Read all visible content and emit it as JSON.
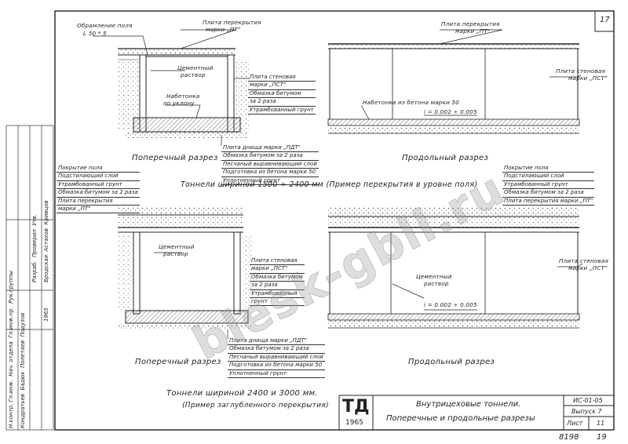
{
  "page_number": "17",
  "top": {
    "obramlenie": "Обрамление поля",
    "obramlenie_size": "L 50 * 5",
    "plita_perekr_left": "Плита перекрытия",
    "plita_perekr_left_mark": "марки „ПТ\"",
    "cement_left": "Цементный",
    "cement_left2": "раствор",
    "nabetonka_left": "Набетонка",
    "nabetonka_left2": "по уклону",
    "plita_perekr_right": "Плита перекрытия",
    "plita_perekr_right_mark": "марки „ПТ\"",
    "plita_sten_right": "Плита стеновая",
    "plita_sten_right_mark": "марки „ПСТ\"",
    "nabetonka_right": "Набетонка из бетона марки 50",
    "slope_right": "i = 0.002 ÷ 0.005",
    "wall_stack": [
      "Плита стеновая",
      "марки „ПСТ\"",
      "Обмазка битумом",
      "за 2 раза",
      "Утрамбованный грунт"
    ],
    "floor_stack": [
      "Плита днища марки „ПДТ\"",
      "Обмазка битумом за 2 раза",
      "Песчаный выравнивающий слой",
      "Подготовка из бетона марки 50",
      "Уплотненный грунт"
    ],
    "caption_left": "Поперечный разрез",
    "caption_right": "Продольный разрез",
    "title": "Тоннели шириной 1500 ÷ 2400 мм (Пример перекрытия в уровне поля)"
  },
  "bottom": {
    "left_stack": [
      "Покрытие поля",
      "Подстилающий слой",
      "Утрамбованный грунт",
      "Обмазка битумом за 2 раза",
      "Плита перекрытия",
      "марки „ПТ\""
    ],
    "right_stack": [
      "Покрытие поля",
      "Подстилающий слой",
      "Утрамбованный грунт",
      "Обмазка битумом за 2 раза",
      "Плита перекрытия марки „ПТ\""
    ],
    "cement_left": "Цементный",
    "cement_left2": "раствор",
    "wall_stack": [
      "Плита стеновая",
      "марки „ПСТ\"",
      "Обмазка битумом",
      "за 2 раза",
      "Утрамбованный",
      "грунт"
    ],
    "floor_stack": [
      "Плита днища марки „ПДТ\"",
      "Обмазка битумом за 2 раза",
      "Песчаный выравнивающий слой",
      "Подготовка из бетона марки 50",
      "Уплотненный грунт"
    ],
    "cement_right": "Цементный",
    "cement_right2": "раствор",
    "slope_right": "i = 0.002 ÷ 0.005",
    "plita_sten_right": "Плита стеновая",
    "plita_sten_right_mark": "марки „ПСТ\"",
    "caption_left": "Поперечный разрез",
    "caption_right": "Продольный разрез",
    "title": "Тоннели шириной 2400 и 3000 мм.",
    "subtitle": "(Пример заглубленного перекрытия)"
  },
  "watermark": "blesk-gbll.ru",
  "title_block": {
    "logo": "ТД",
    "year": "1965",
    "name_line1": "Внутрицеховые тоннели.",
    "name_line2": "Поперечные и продольные разрезы",
    "series": "ИС-01-05",
    "issue": "Выпуск 7",
    "sheet_label": "Лист",
    "sheet_num": "11",
    "code": "8198",
    "page": "19"
  },
  "side_stamp": {
    "col1": [
      "Н.контр. Гл.инж.",
      "Нач. отдела",
      "Гл.инж.пр.",
      "Рук.группы"
    ],
    "col2": [
      "Кондратьев",
      "Бадюк",
      "Полетаев",
      "Подузов"
    ],
    "col3": [
      "Разраб.",
      "Проверил",
      "Утв."
    ],
    "col4": [
      "Бродская",
      "Астахов",
      "Кривцов"
    ],
    "year": "1965"
  }
}
